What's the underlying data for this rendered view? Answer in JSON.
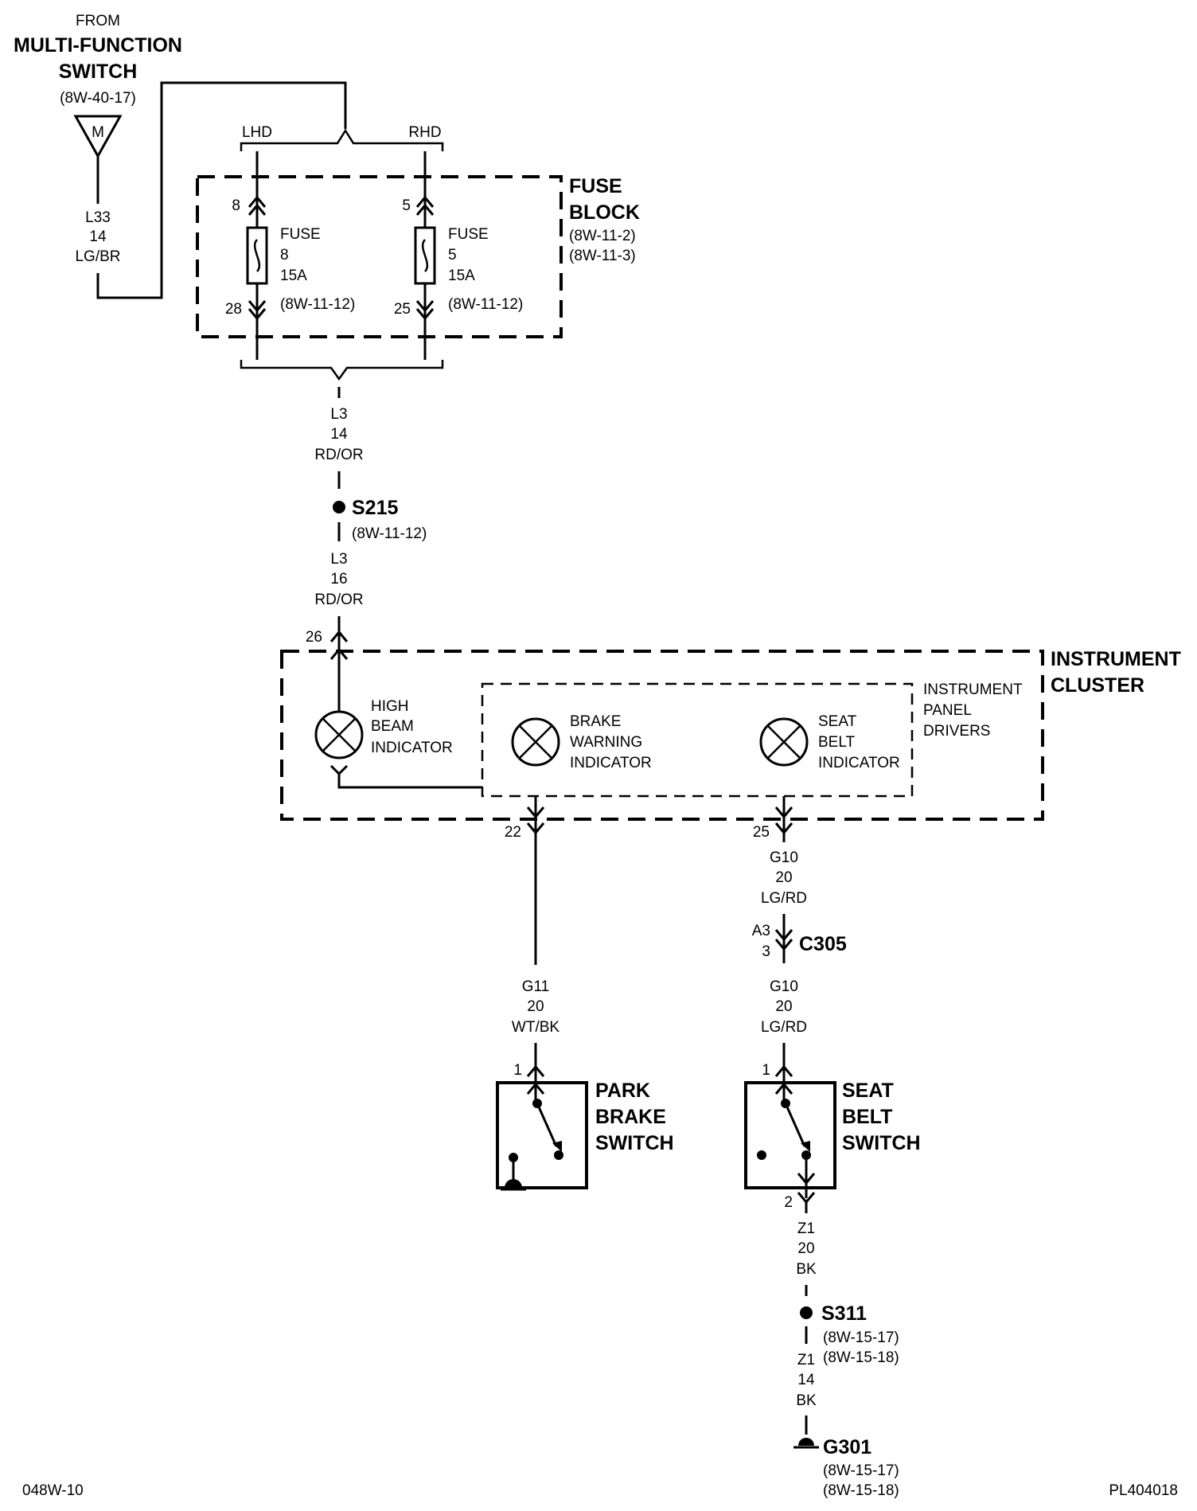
{
  "source": {
    "from": "FROM",
    "name_line1": "MULTI-FUNCTION",
    "name_line2": "SWITCH",
    "ref": "(8W-40-17)",
    "connector_letter": "M",
    "wire": {
      "circuit": "L33",
      "gauge": "14",
      "color": "LG/BR"
    }
  },
  "harness_options": {
    "lhd": "LHD",
    "rhd": "RHD"
  },
  "fuse_block": {
    "title_line1": "FUSE",
    "title_line2": "BLOCK",
    "ref1": "(8W-11-2)",
    "ref2": "(8W-11-3)",
    "fuse_a": {
      "in_pin": "8",
      "label": "FUSE",
      "number": "8",
      "rating": "15A",
      "out_pin": "28",
      "ref": "(8W-11-12)"
    },
    "fuse_b": {
      "in_pin": "5",
      "label": "FUSE",
      "number": "5",
      "rating": "15A",
      "out_pin": "25",
      "ref": "(8W-11-12)"
    }
  },
  "wire_l3_14": {
    "circuit": "L3",
    "gauge": "14",
    "color": "RD/OR"
  },
  "splice_s215": {
    "name": "S215",
    "ref": "(8W-11-12)"
  },
  "wire_l3_16": {
    "circuit": "L3",
    "gauge": "16",
    "color": "RD/OR"
  },
  "instrument_cluster": {
    "title_line1": "INSTRUMENT",
    "title_line2": "CLUSTER",
    "in_pin": "26",
    "high_beam": [
      "HIGH",
      "BEAM",
      "INDICATOR"
    ],
    "panel_drivers": [
      "INSTRUMENT",
      "PANEL",
      "DRIVERS"
    ],
    "brake_warning": [
      "BRAKE",
      "WARNING",
      "INDICATOR"
    ],
    "seat_belt": [
      "SEAT",
      "BELT",
      "INDICATOR"
    ],
    "pin_brake": "22",
    "pin_seat": "25"
  },
  "wire_g11": {
    "circuit": "G11",
    "gauge": "20",
    "color": "WT/BK"
  },
  "wire_g10_upper": {
    "circuit": "G10",
    "gauge": "20",
    "color": "LG/RD"
  },
  "connector_c305": {
    "name": "C305",
    "pin_top": "A3",
    "pin_bottom": "3"
  },
  "wire_g10_lower": {
    "circuit": "G10",
    "gauge": "20",
    "color": "LG/RD"
  },
  "park_brake_switch": {
    "pin": "1",
    "name": [
      "PARK",
      "BRAKE",
      "SWITCH"
    ]
  },
  "seat_belt_switch": {
    "pin_in": "1",
    "pin_out": "2",
    "name": [
      "SEAT",
      "BELT",
      "SWITCH"
    ]
  },
  "wire_z1_20": {
    "circuit": "Z1",
    "gauge": "20",
    "color": "BK"
  },
  "splice_s311": {
    "name": "S311",
    "ref1": "(8W-15-17)",
    "ref2": "(8W-15-18)"
  },
  "wire_z1_14": {
    "circuit": "Z1",
    "gauge": "14",
    "color": "BK"
  },
  "ground_g301": {
    "name": "G301",
    "ref1": "(8W-15-17)",
    "ref2": "(8W-15-18)"
  },
  "footer": {
    "left": "048W-10",
    "right": "PL404018"
  }
}
